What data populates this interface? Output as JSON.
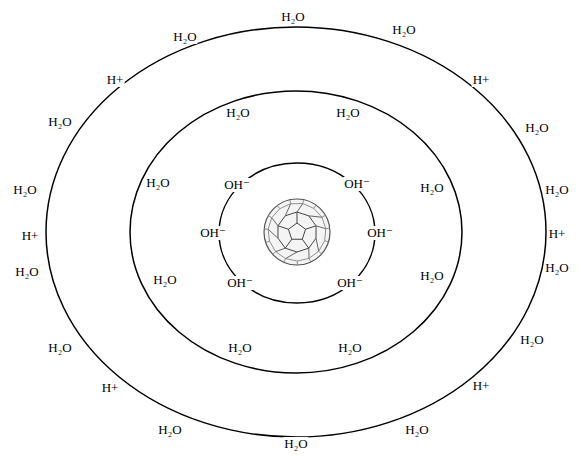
{
  "diagram": {
    "labels": [
      "H₂O",
      "H₂O",
      "H₂O",
      "H+",
      "H+",
      "H₂O",
      "H₂O",
      "H₂O",
      "H₂O",
      "H₂O",
      "OH⁻",
      "OH⁻",
      "H₂O",
      "H₂O",
      "H₂O",
      "OH⁻",
      "OH⁻",
      "H+",
      "H+",
      "H₂O",
      "H₂O",
      "H₂O",
      "H₂O",
      "OH⁻",
      "OH⁻",
      "H₂O",
      "H₂O",
      "H₂O",
      "H₂O",
      "H+",
      "H+",
      "H₂O",
      "H₂O",
      "H₂O"
    ]
  }
}
